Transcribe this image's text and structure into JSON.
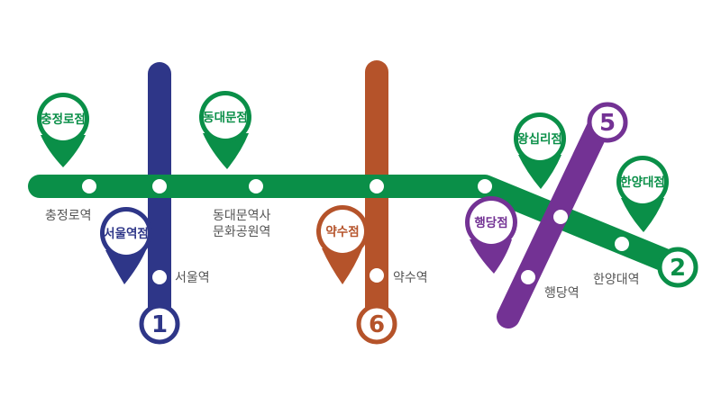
{
  "colors": {
    "line2": "#0a8f48",
    "line1": "#2e3688",
    "line6": "#b5532a",
    "line5": "#733294",
    "station_dot": "#ffffff",
    "station_text": "#555555"
  },
  "lines": {
    "line1": {
      "number": "1"
    },
    "line6": {
      "number": "6"
    },
    "line5": {
      "number": "5"
    },
    "line2": {
      "number": "2"
    }
  },
  "stations": {
    "chungjeongno": "충정로역",
    "seoul": "서울역",
    "dongdaemun_line1": "동대문역사",
    "dongdaemun_line2": "문화공원역",
    "yaksu": "약수역",
    "haengdang": "행당역",
    "hanyang": "한양대역"
  },
  "branches": {
    "chungjeongno": "충정로점",
    "seoul": "서울역점",
    "dongdaemun": "동대문점",
    "yaksu": "약수점",
    "haengdang": "행당점",
    "wangsimni": "왕십리점",
    "hanyang": "한양대점"
  }
}
